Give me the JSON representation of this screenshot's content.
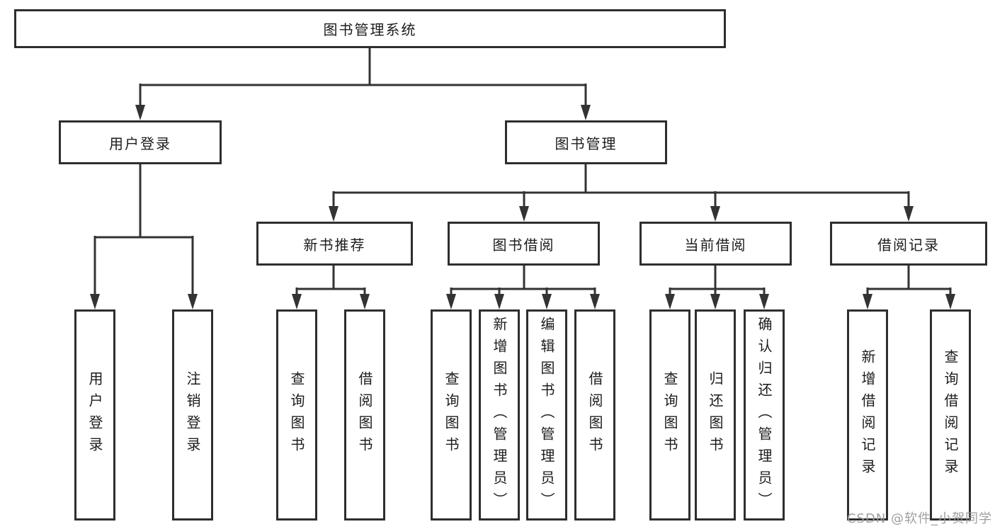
{
  "diagram": {
    "root": {
      "label": "图书管理系统"
    },
    "level2": [
      {
        "label": "用户登录",
        "children": [
          {
            "label": "用户登录"
          },
          {
            "label": "注销登录"
          }
        ]
      },
      {
        "label": "图书管理",
        "children": [
          {
            "label": "新书推荐",
            "children": [
              {
                "label": "查询图书"
              },
              {
                "label": "借阅图书"
              }
            ]
          },
          {
            "label": "图书借阅",
            "children": [
              {
                "label": "查询图书"
              },
              {
                "label": "新增图书（管理员）"
              },
              {
                "label": "编辑图书（管理员）"
              },
              {
                "label": "借阅图书"
              }
            ]
          },
          {
            "label": "当前借阅",
            "children": [
              {
                "label": "查询图书"
              },
              {
                "label": "归还图书"
              },
              {
                "label": "确认归还（管理员）"
              }
            ]
          },
          {
            "label": "借阅记录",
            "children": [
              {
                "label": "新增借阅记录"
              },
              {
                "label": "查询借阅记录"
              }
            ]
          }
        ]
      }
    ]
  },
  "watermark": {
    "text": "CSDN @软件_小贺同学"
  },
  "colors": {
    "line": "#333333",
    "box_border": "#2e2e2e",
    "box_fill": "#ffffff",
    "text": "#1c1c1c",
    "watermark": "#9a9a9a",
    "background": "#ffffff"
  }
}
